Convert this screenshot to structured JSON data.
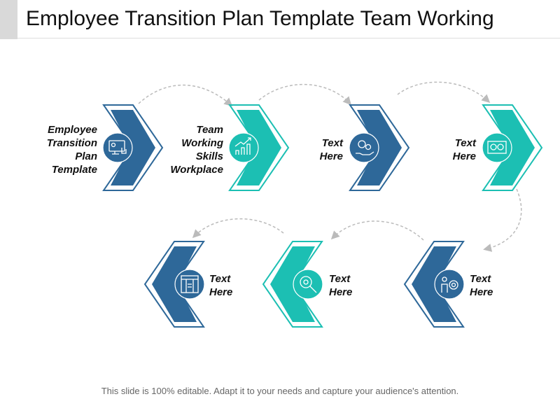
{
  "title": "Employee Transition Plan Template Team Working",
  "steps": [
    {
      "label": "Employee Transition Plan Template",
      "icon": "monitor-user-icon",
      "color": "#2e6899"
    },
    {
      "label": "Team Working Skills Workplace",
      "icon": "growth-chart-icon",
      "color": "#1cbfb3"
    },
    {
      "label": "Text Here",
      "icon": "gears-hand-icon",
      "color": "#2e6899"
    },
    {
      "label": "Text Here",
      "icon": "presentation-board-icon",
      "color": "#1cbfb3"
    },
    {
      "label": "Text Here",
      "icon": "person-gear-icon",
      "color": "#2e6899"
    },
    {
      "label": "Text Here",
      "icon": "gear-search-icon",
      "color": "#1cbfb3"
    },
    {
      "label": "Text Here",
      "icon": "dashboard-window-icon",
      "color": "#2e6899"
    }
  ],
  "footer": "This slide is 100% editable. Adapt it to your needs and capture your audience's attention."
}
